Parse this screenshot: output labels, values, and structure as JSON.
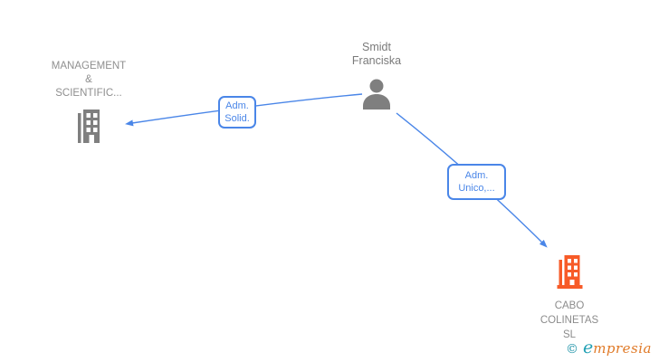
{
  "nodes": {
    "person": {
      "label": "Smidt Franciska",
      "lines": [
        "Smidt",
        "Franciska"
      ],
      "icon": "person-icon",
      "icon_color": "#7f7f7f"
    },
    "company_left": {
      "label": "MANAGEMENT & SCIENTIFIC...",
      "lines": [
        "MANAGEMENT",
        "&",
        "SCIENTIFIC..."
      ],
      "icon": "building-icon",
      "icon_color": "#7f7f7f"
    },
    "company_right": {
      "label": "CABO COLINETAS SL",
      "lines": [
        "CABO",
        "COLINETAS",
        "SL"
      ],
      "icon": "building-icon",
      "icon_color": "#f75b28"
    }
  },
  "edges": [
    {
      "from": "Smidt Franciska",
      "to": "MANAGEMENT & SCIENTIFIC...",
      "label": "Adm. Solid.",
      "lines": [
        "Adm.",
        "Solid."
      ]
    },
    {
      "from": "Smidt Franciska",
      "to": "CABO COLINETAS SL",
      "label": "Adm. Unico,...",
      "lines": [
        "Adm.",
        "Unico,..."
      ]
    }
  ],
  "watermark": {
    "symbol": "©",
    "brand": "empresia",
    "brand_lead": "e",
    "brand_rest": "mpresia"
  },
  "colors": {
    "edge_blue": "#4a86e8",
    "node_text_gray": "#8c8c8c",
    "icon_gray": "#7f7f7f",
    "icon_orange": "#f75b28",
    "watermark_teal": "#1d93a8",
    "watermark_orange": "#e07a28",
    "background": "#ffffff"
  }
}
